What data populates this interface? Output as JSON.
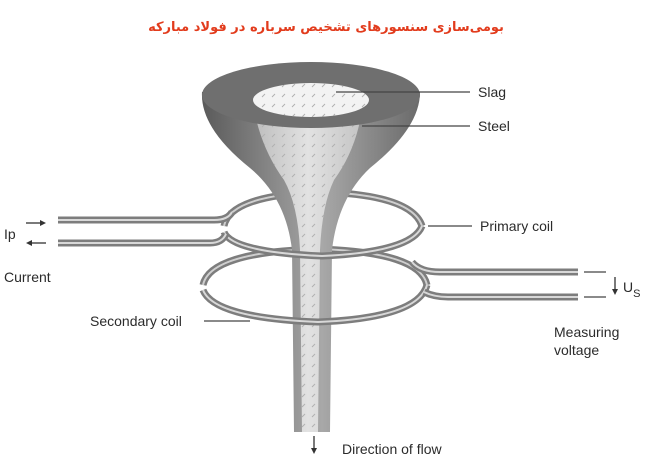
{
  "title": "بومی‌سازی سنسورهای تشخیص سرباره در فولاد مبارکه",
  "labels": {
    "slag": "Slag",
    "steel": "Steel",
    "primary_coil": "Primary coil",
    "secondary_coil": "Secondary coil",
    "ip": "Ip",
    "current": "Current",
    "us_main": "U",
    "us_sub": "S",
    "measuring_line1": "Measuring",
    "measuring_line2": "voltage",
    "direction_of_flow": "Direction of flow"
  },
  "colors": {
    "title": "#e23b1c",
    "funnel_dark": "#6e6e6e",
    "steel_light": "#d4d4d4",
    "slag_white": "#f4f4f4",
    "coil": "#8a8a8a"
  },
  "icons": {
    "arrow_right": "arrow-right-icon",
    "arrow_left": "arrow-left-icon",
    "arrow_down": "arrow-down-icon"
  }
}
